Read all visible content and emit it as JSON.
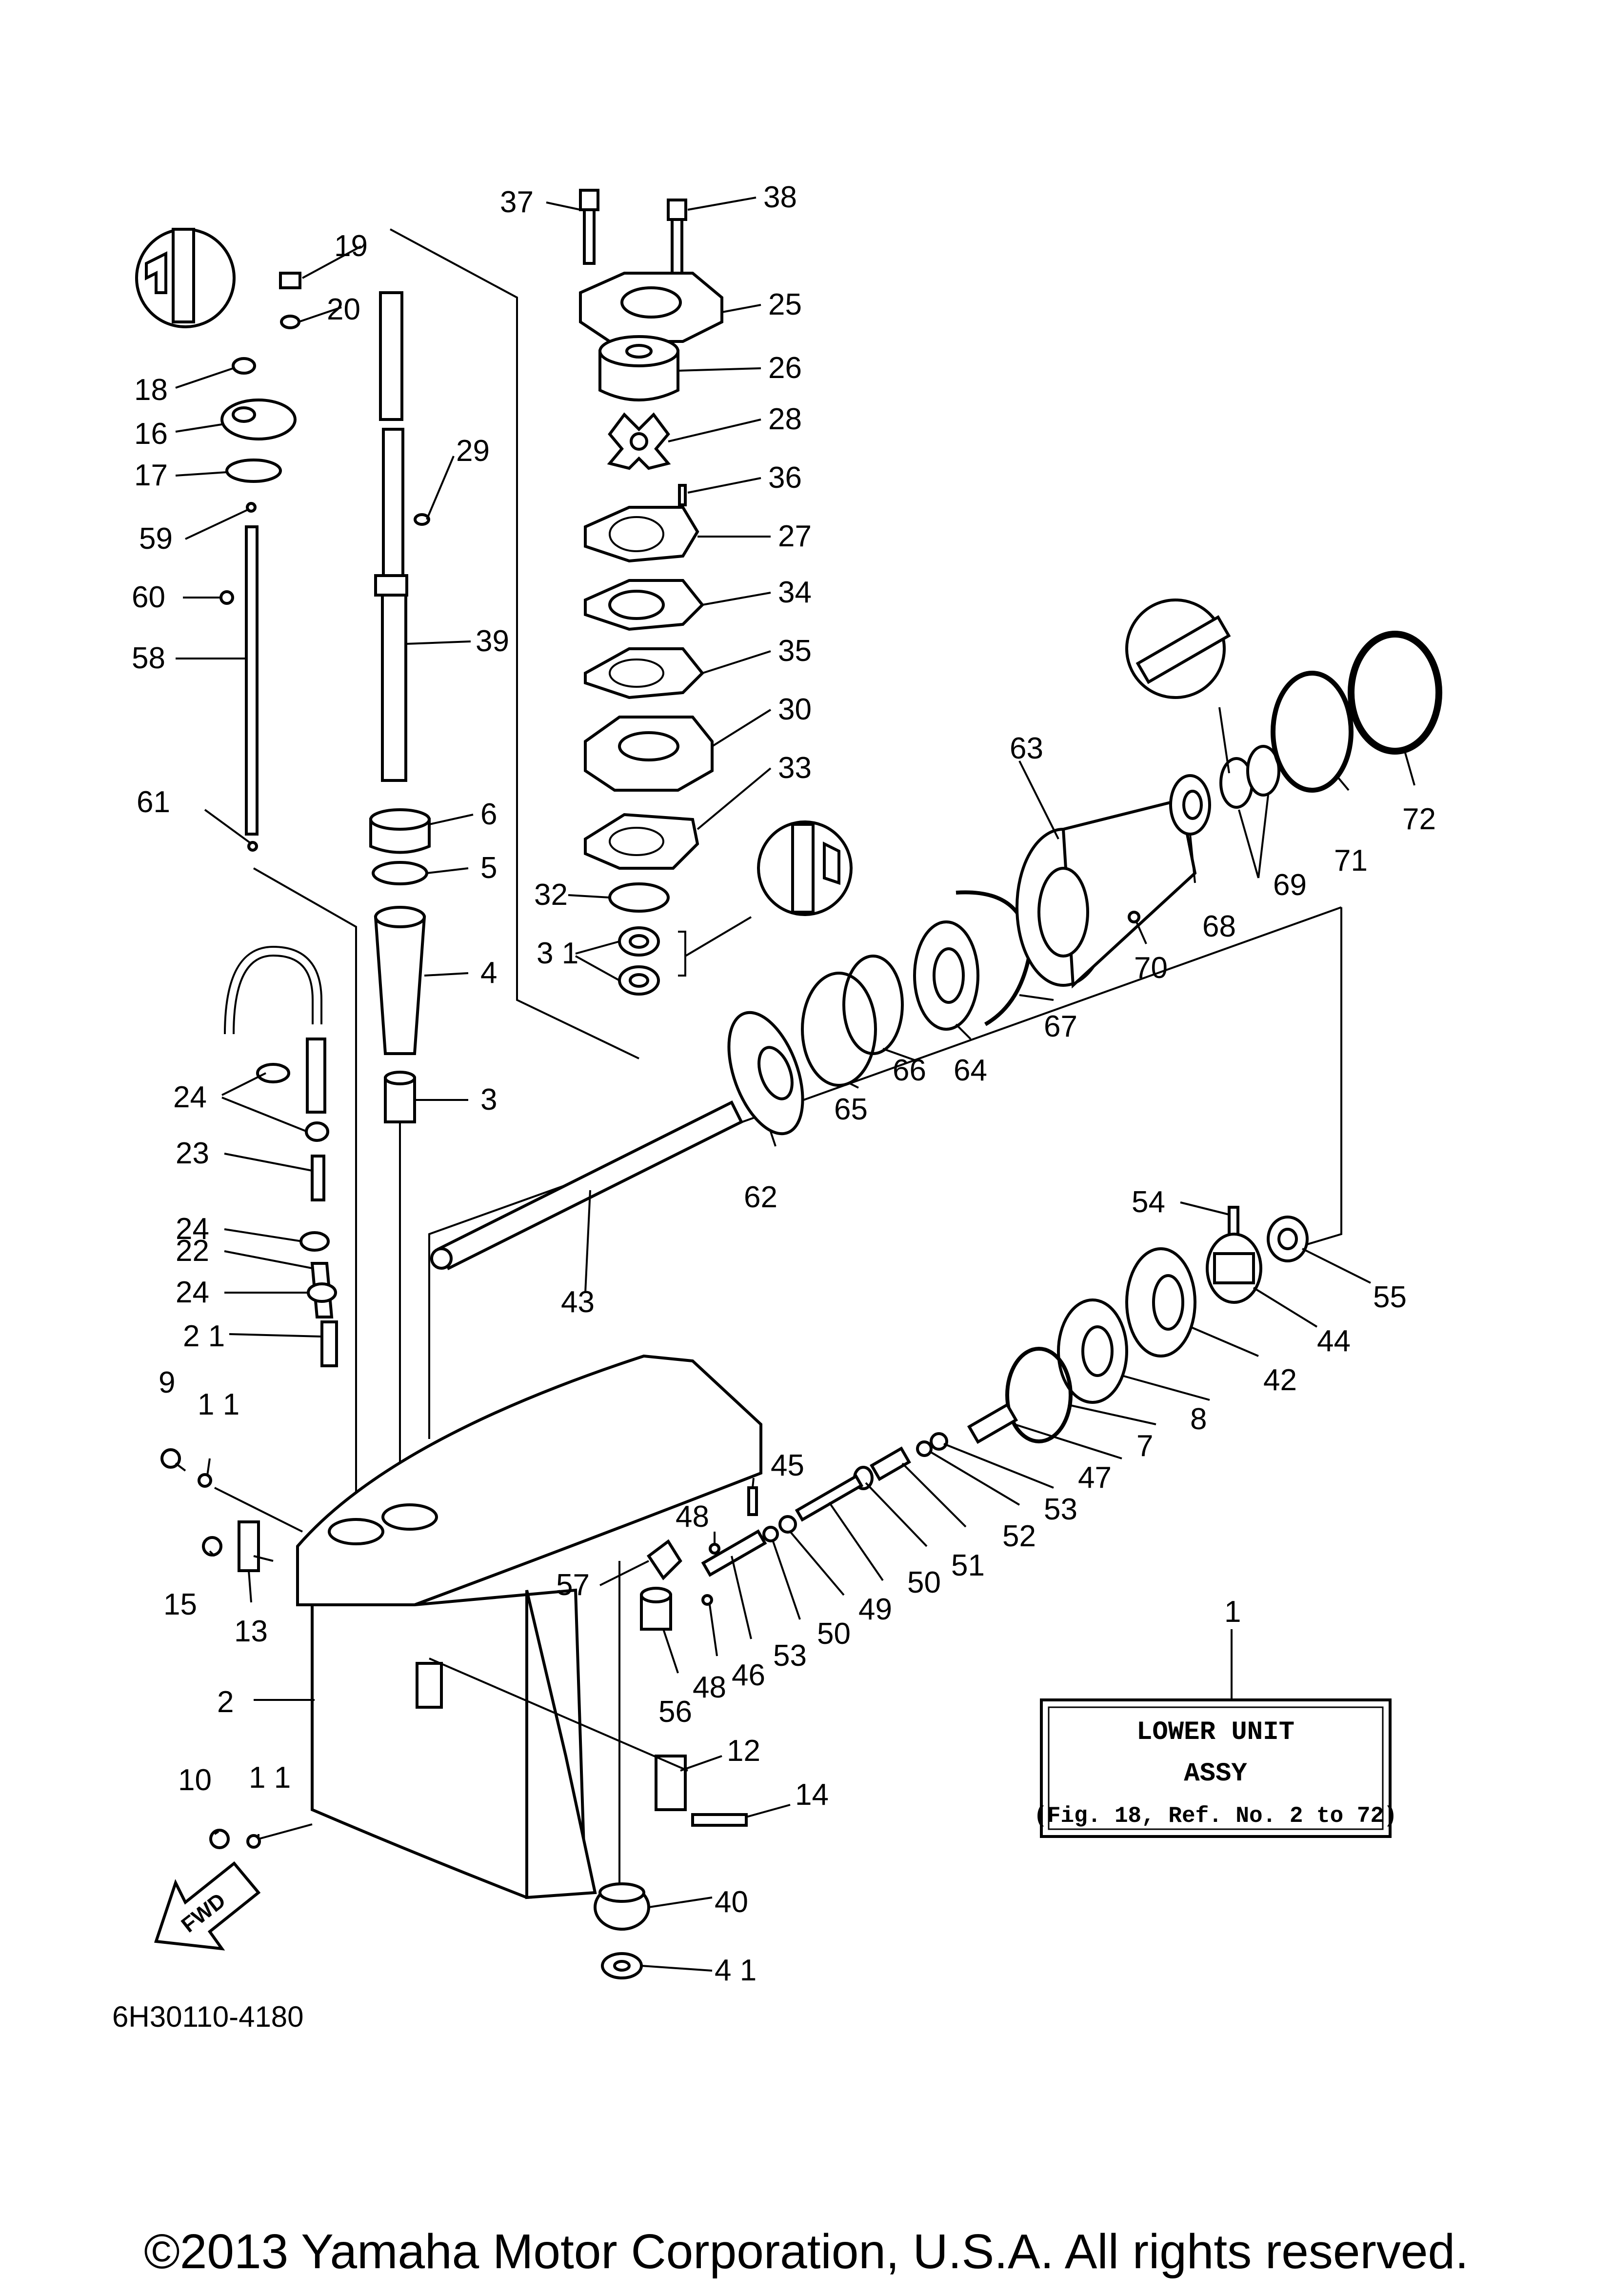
{
  "callouts": {
    "c37": "37",
    "c38": "38",
    "c19": "19",
    "c20": "20",
    "c25": "25",
    "c18": "18",
    "c26": "26",
    "c16": "16",
    "c28": "28",
    "c17": "17",
    "c29": "29",
    "c36": "36",
    "c59": "59",
    "c27": "27",
    "c60": "60",
    "c34": "34",
    "c39": "39",
    "c58": "58",
    "c35": "35",
    "c30": "30",
    "c63": "63",
    "c72": "72",
    "c33": "33",
    "c61": "61",
    "c6": "6",
    "c71": "71",
    "c5": "5",
    "c69": "69",
    "c68": "68",
    "c32": "32",
    "c31": "3 1",
    "c70": "70",
    "c4": "4",
    "c67": "67",
    "c64": "64",
    "c66": "66",
    "c24a": "24",
    "c3": "3",
    "c65": "65",
    "c23": "23",
    "c62": "62",
    "c24b": "24",
    "c54": "54",
    "c22": "22",
    "c24c": "24",
    "c55": "55",
    "c43": "43",
    "c44": "44",
    "c21": "2 1",
    "c42": "42",
    "c8": "8",
    "c9": "9",
    "c11a": "1 1",
    "c7": "7",
    "c47": "47",
    "c45": "45",
    "c53a": "53",
    "c48a": "48",
    "c52": "52",
    "c51": "51",
    "c15": "15",
    "c57": "57",
    "c50a": "50",
    "c49": "49",
    "c13": "13",
    "c53b": "53",
    "c50b": "50",
    "c1": "1",
    "c46": "46",
    "c48b": "48",
    "c56": "56",
    "c2": "2",
    "c12": "12",
    "c10": "10",
    "c11b": "1 1",
    "c14": "14",
    "c40": "40",
    "c41": "4 1"
  },
  "assy_box": {
    "line1": "LOWER UNIT",
    "line2": "ASSY",
    "line3": "(Fig. 18, Ref. No. 2 to 72)"
  },
  "fwd_label": "FWD",
  "diagram_code": "6H30110-4180",
  "copyright": "©2013 Yamaha Motor Corporation, U.S.A. All rights reserved."
}
